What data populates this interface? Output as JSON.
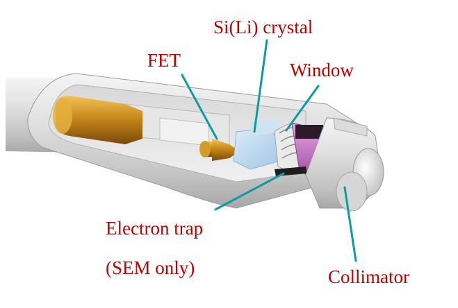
{
  "labels": {
    "sili_crystal": "Si(Li) crystal",
    "fet": "FET",
    "window": "Window",
    "electron_trap": "Electron trap",
    "sem_only": "(SEM only)",
    "collimator": "Collimator"
  },
  "colors": {
    "label_text": "#c00000",
    "leader_line": "#0e9aa0",
    "fet_gold": "#c8881a",
    "window_magenta": "#c070c0",
    "crystal_blue": "#bcd8ec"
  }
}
